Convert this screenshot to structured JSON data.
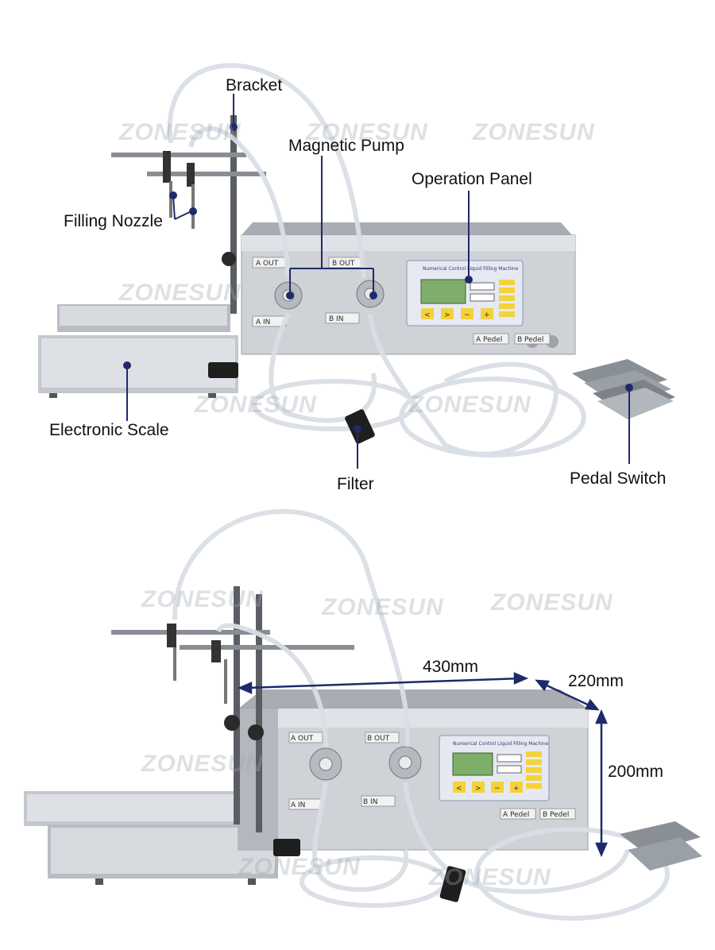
{
  "watermark": "ZONESUN",
  "colors": {
    "callout_line": "#1f2a6b",
    "dimension_arrow": "#1f2a6b",
    "steel": "#c9ccd1",
    "lcd": "#7fae6a",
    "key_yellow": "#f4d23a"
  },
  "top": {
    "callouts": {
      "bracket": "Bracket",
      "magnetic_pump": "Magnetic Pump",
      "operation_panel": "Operation Panel",
      "filling_nozzle": "Filling Nozzle",
      "electronic_scale": "Electronic Scale",
      "filter": "Filter",
      "pedal_switch": "Pedal Switch"
    },
    "machine_labels": {
      "a_out": "A  OUT",
      "b_out": "B  OUT",
      "a_in": "A    IN",
      "b_in": "B    IN",
      "a_pedel": "A Pedel",
      "b_pedel": "B Pedel"
    },
    "panel_title": "Numerical Control Liquid Filling Machine",
    "keys": [
      "<",
      ">",
      "−",
      "+"
    ]
  },
  "bottom": {
    "dimensions": {
      "width": "430mm",
      "depth": "220mm",
      "height": "200mm"
    },
    "machine_labels": {
      "a_out": "A   OUT",
      "b_out": "B   OUT",
      "a_in": "A    IN",
      "b_in": "B    IN",
      "a_pedel": "A Pedel",
      "b_pedel": "B Pedel"
    },
    "panel_title": "Numerical Control Liquid Filling Machine",
    "keys": [
      "<",
      ">",
      "−",
      "+"
    ]
  }
}
